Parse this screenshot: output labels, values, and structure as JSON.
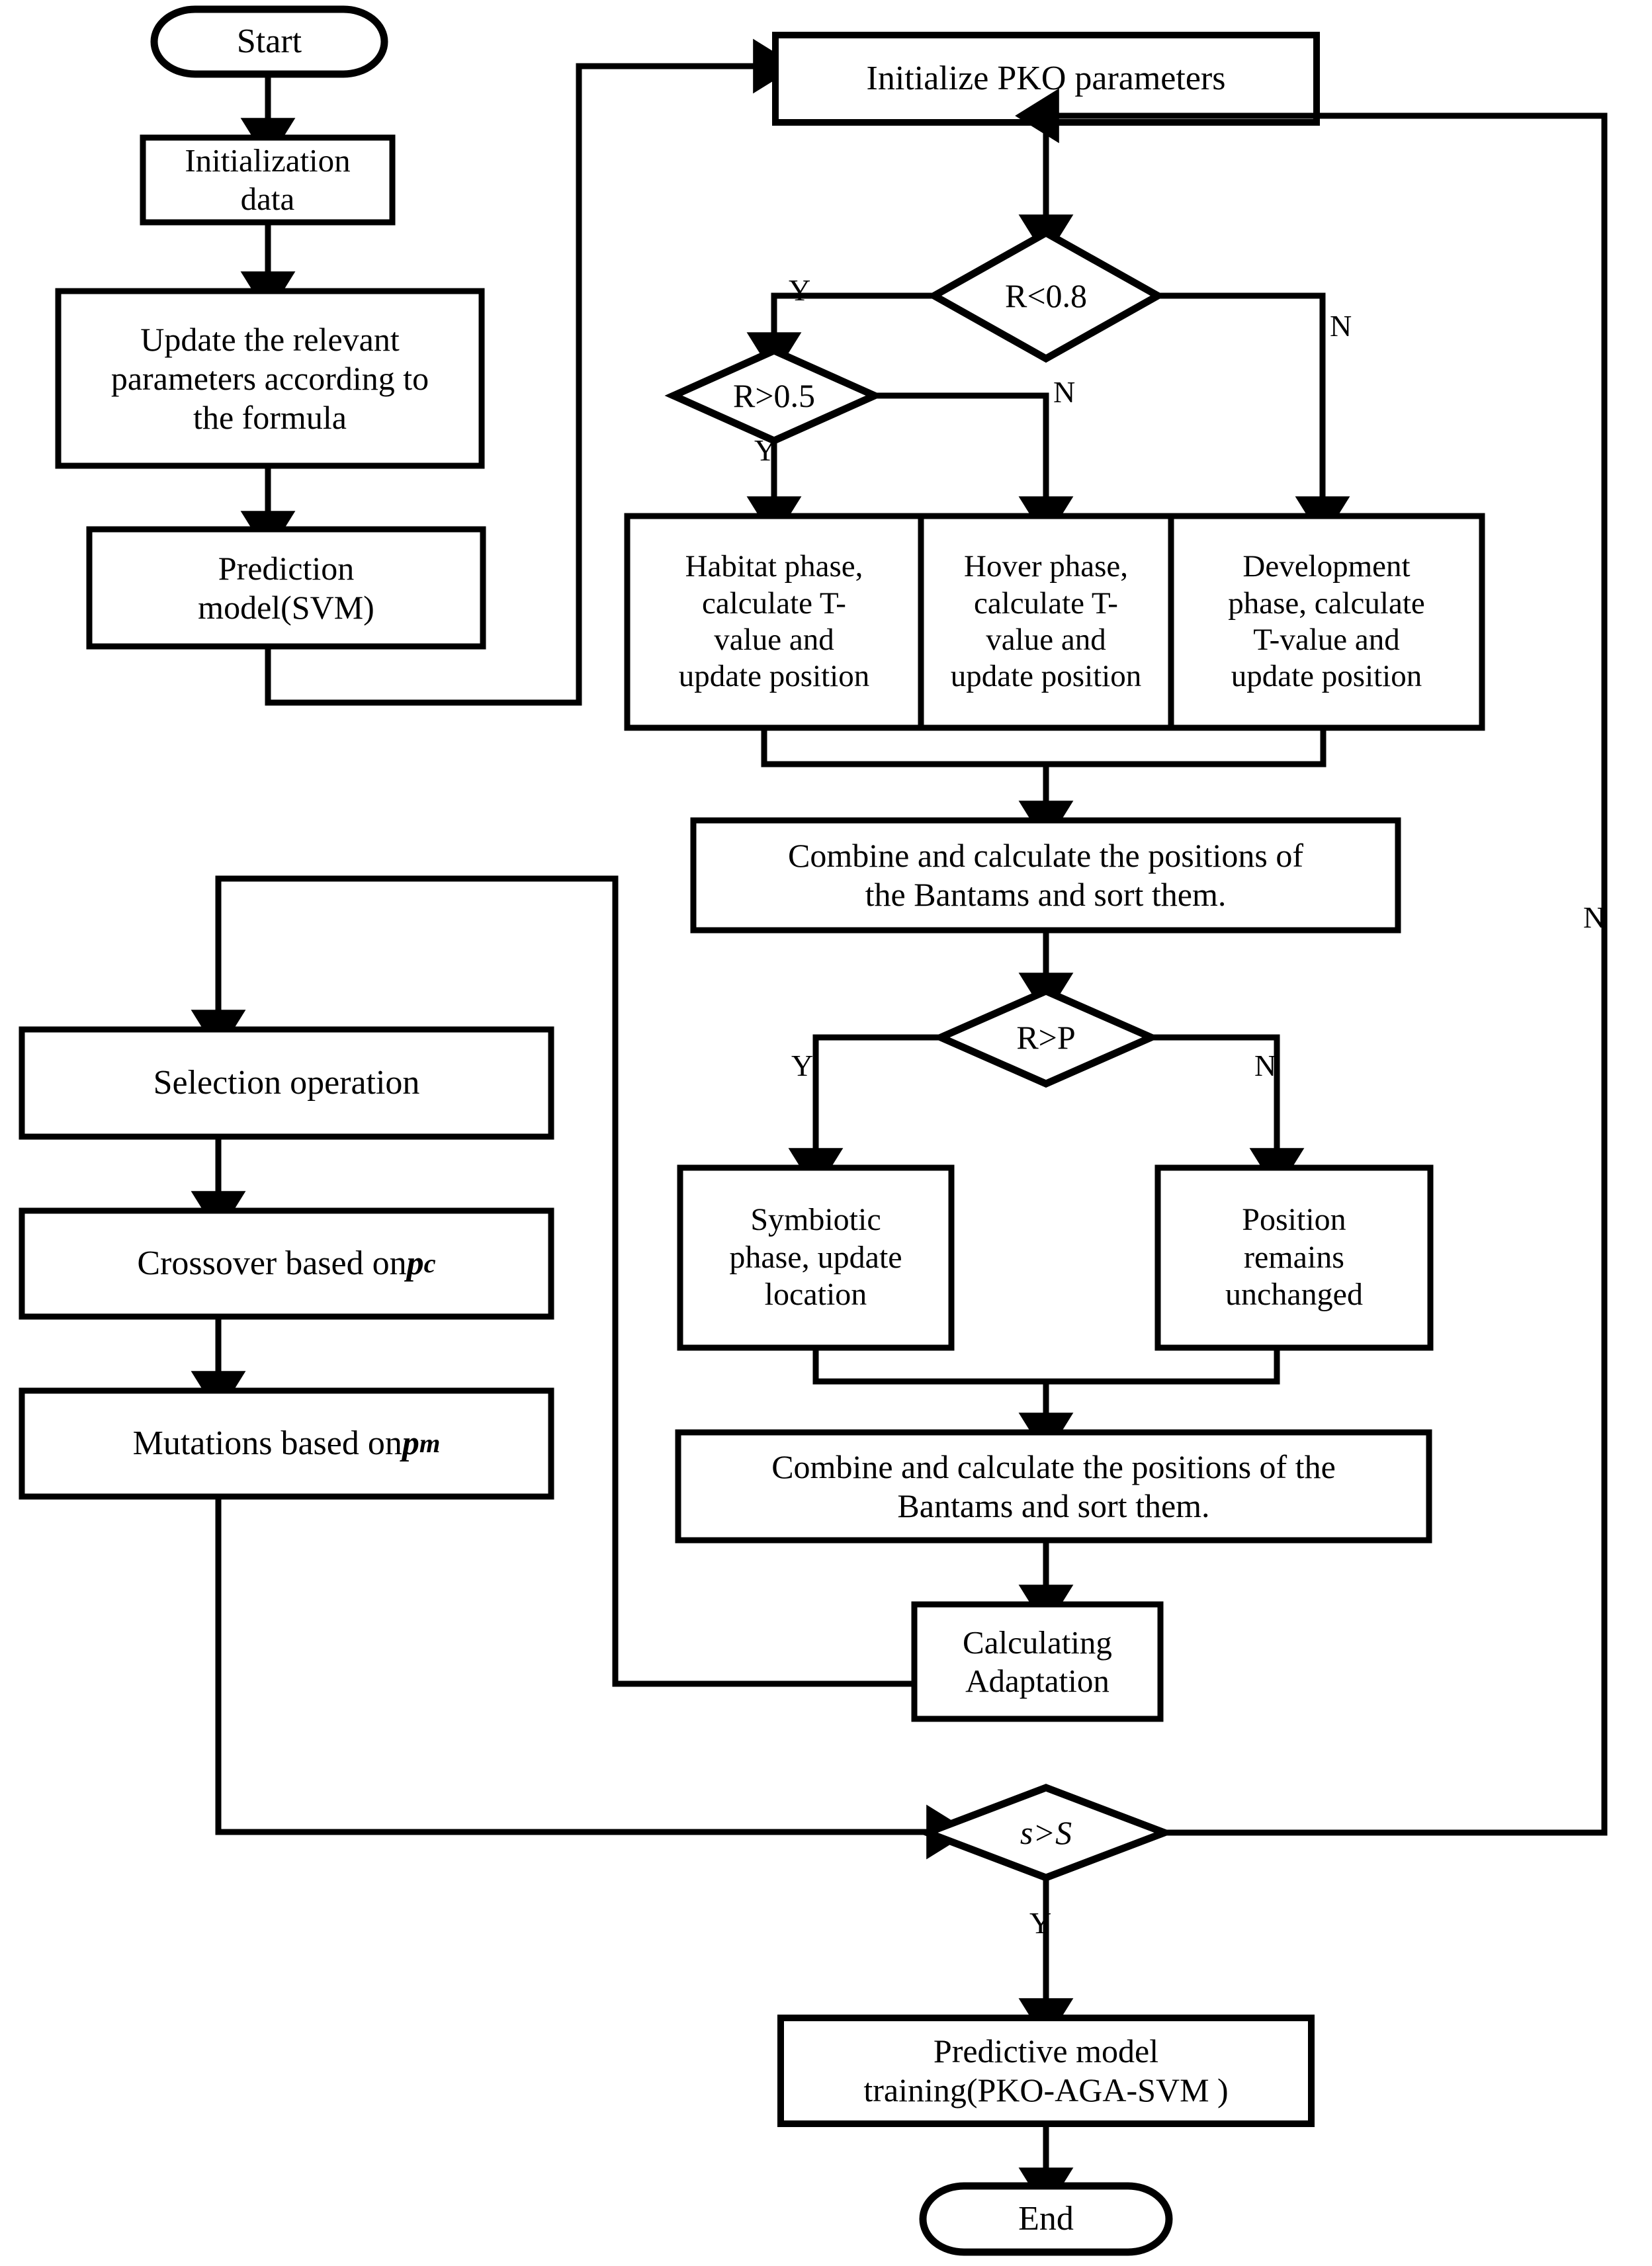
{
  "diagram": {
    "title": "PKO-AGA-SVM prediction model flowchart",
    "stroke_color": "#000000",
    "fill_color": "#ffffff",
    "background": "#ffffff"
  },
  "nodes": {
    "start": {
      "label": "Start",
      "shape": "terminator"
    },
    "initialization_data": {
      "label": "Initialization\ndata",
      "shape": "process"
    },
    "update_parameters": {
      "label": "Update the relevant\nparameters according to\nthe formula",
      "shape": "process"
    },
    "prediction_model": {
      "label": "Prediction\nmodel(SVM)",
      "shape": "process"
    },
    "initialize_pko": {
      "label": "Initialize PKO parameters",
      "shape": "process"
    },
    "decision_r_lt_08": {
      "label": "R<0.8",
      "shape": "decision"
    },
    "decision_r_gt_05": {
      "label": "R>0.5",
      "shape": "decision"
    },
    "habitat_phase": {
      "label": "Habitat phase,\ncalculate T-\nvalue and\nupdate position",
      "shape": "process"
    },
    "hover_phase": {
      "label": "Hover phase,\ncalculate T-\nvalue and\nupdate position",
      "shape": "process"
    },
    "development_phase": {
      "label": "Development\nphase, calculate\nT-value and\nupdate position",
      "shape": "process"
    },
    "combine_sort_1": {
      "label": "Combine and calculate the positions of\nthe Bantams and sort them.",
      "shape": "process"
    },
    "decision_r_gt_p": {
      "label": "R>P",
      "shape": "decision"
    },
    "symbiotic_phase": {
      "label": "Symbiotic\nphase, update\nlocation",
      "shape": "process"
    },
    "position_unchanged": {
      "label": "Position\nremains\nunchanged",
      "shape": "process"
    },
    "combine_sort_2": {
      "label": "Combine and calculate the positions of the\nBantams and sort them.",
      "shape": "process"
    },
    "calculating_adaptation": {
      "label": "Calculating\nAdaptation",
      "shape": "process"
    },
    "selection_operation": {
      "label": "Selection  operation",
      "shape": "process"
    },
    "crossover": {
      "label_prefix": "Crossover based on ",
      "label_var": "p",
      "label_sub": "c",
      "shape": "process"
    },
    "mutations": {
      "label_prefix": "Mutations based on ",
      "label_var": "p",
      "label_sub": "m",
      "shape": "process"
    },
    "decision_s_gt_S": {
      "label": "s>S",
      "shape": "decision"
    },
    "predictive_training": {
      "label": "Predictive model\ntraining(PKO-AGA-SVM )",
      "shape": "process"
    },
    "end": {
      "label": "End",
      "shape": "terminator"
    }
  },
  "edge_labels": {
    "r08_yes": "Y",
    "r08_no": "N",
    "r05_yes": "Y",
    "r05_no": "N",
    "rp_yes": "Y",
    "rp_no": "N",
    "sS_yes": "Y",
    "sS_no": "N"
  },
  "chart_data": {
    "type": "diagram",
    "diagram_type": "flowchart",
    "orientation": "top-to-bottom",
    "edges": [
      {
        "from": "start",
        "to": "initialization_data",
        "label": ""
      },
      {
        "from": "initialization_data",
        "to": "update_parameters",
        "label": ""
      },
      {
        "from": "update_parameters",
        "to": "prediction_model",
        "label": ""
      },
      {
        "from": "prediction_model",
        "to": "initialize_pko",
        "label": ""
      },
      {
        "from": "initialize_pko",
        "to": "decision_r_lt_08",
        "label": ""
      },
      {
        "from": "decision_r_lt_08",
        "to": "decision_r_gt_05",
        "label": "Y"
      },
      {
        "from": "decision_r_lt_08",
        "to": "development_phase",
        "label": "N"
      },
      {
        "from": "decision_r_gt_05",
        "to": "habitat_phase",
        "label": "Y"
      },
      {
        "from": "decision_r_gt_05",
        "to": "hover_phase",
        "label": "N"
      },
      {
        "from": "habitat_phase",
        "to": "combine_sort_1",
        "label": ""
      },
      {
        "from": "hover_phase",
        "to": "combine_sort_1",
        "label": ""
      },
      {
        "from": "development_phase",
        "to": "combine_sort_1",
        "label": ""
      },
      {
        "from": "combine_sort_1",
        "to": "decision_r_gt_p",
        "label": ""
      },
      {
        "from": "decision_r_gt_p",
        "to": "symbiotic_phase",
        "label": "Y"
      },
      {
        "from": "decision_r_gt_p",
        "to": "position_unchanged",
        "label": "N"
      },
      {
        "from": "symbiotic_phase",
        "to": "combine_sort_2",
        "label": ""
      },
      {
        "from": "position_unchanged",
        "to": "combine_sort_2",
        "label": ""
      },
      {
        "from": "combine_sort_2",
        "to": "calculating_adaptation",
        "label": ""
      },
      {
        "from": "calculating_adaptation",
        "to": "selection_operation",
        "label": ""
      },
      {
        "from": "selection_operation",
        "to": "crossover",
        "label": ""
      },
      {
        "from": "crossover",
        "to": "mutations",
        "label": ""
      },
      {
        "from": "mutations",
        "to": "decision_s_gt_S",
        "label": ""
      },
      {
        "from": "decision_s_gt_S",
        "to": "initialize_pko",
        "label": "N"
      },
      {
        "from": "decision_s_gt_S",
        "to": "predictive_training",
        "label": "Y"
      },
      {
        "from": "predictive_training",
        "to": "end",
        "label": ""
      }
    ]
  }
}
